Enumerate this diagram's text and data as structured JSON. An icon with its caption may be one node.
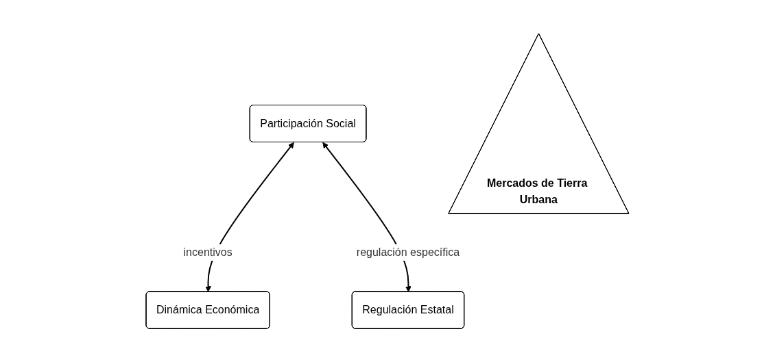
{
  "diagram": {
    "nodes": [
      {
        "text": [
          "Participación Social"
        ]
      },
      {
        "text": [
          "Dinámica Económica"
        ]
      },
      {
        "text": [
          "Regulación Estatal"
        ]
      },
      {
        "text": [
          "Mercados de Tierra Urbana"
        ]
      }
    ],
    "edges": [
      {
        "from": 0,
        "to": 1,
        "arrow": "both",
        "label": "incentivos"
      },
      {
        "from": 0,
        "to": 2,
        "arrow": "both",
        "label": "regulación específica"
      }
    ]
  }
}
